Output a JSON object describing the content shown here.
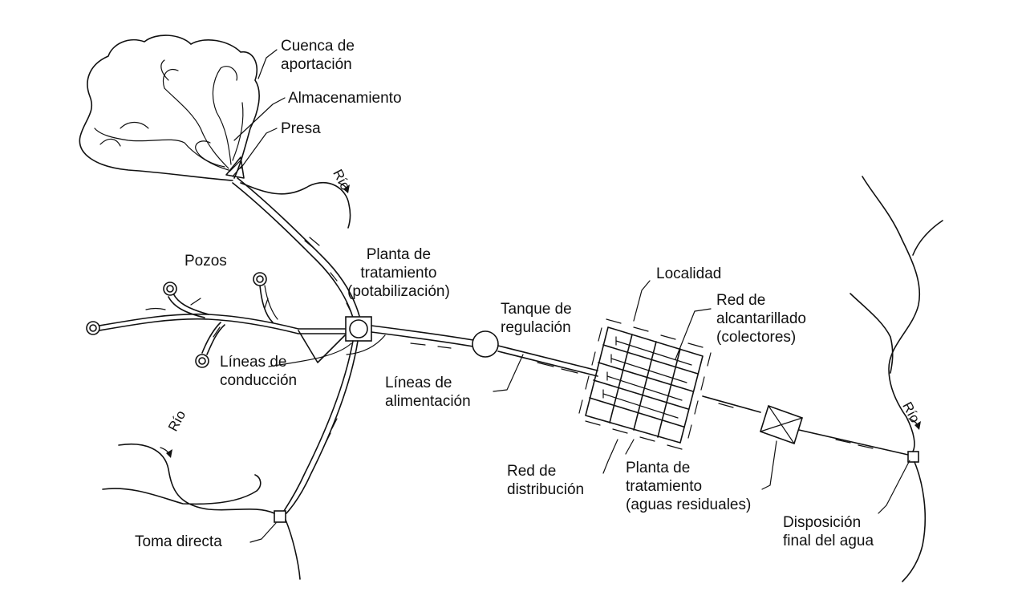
{
  "labels": {
    "cuenca": "Cuenca de\naportación",
    "almacenamiento": "Almacenamiento",
    "presa": "Presa",
    "pozos": "Pozos",
    "planta_potabilizacion": "Planta de\ntratamiento\n(potabilización)",
    "tanque": "Tanque de\nregulación",
    "lineas_conduccion": "Líneas de\nconducción",
    "lineas_alimentacion": "Líneas de\nalimentación",
    "localidad": "Localidad",
    "red_alcantarillado": "Red de\nalcantarillado\n(colectores)",
    "red_distribucion": "Red de\ndistribución",
    "planta_residuales": "Planta de\ntratamiento\n(aguas residuales)",
    "toma_directa": "Toma directa",
    "disposicion": "Disposición\nfinal del agua",
    "rio_top": "Río",
    "rio_left": "Río",
    "rio_right": "Río"
  }
}
